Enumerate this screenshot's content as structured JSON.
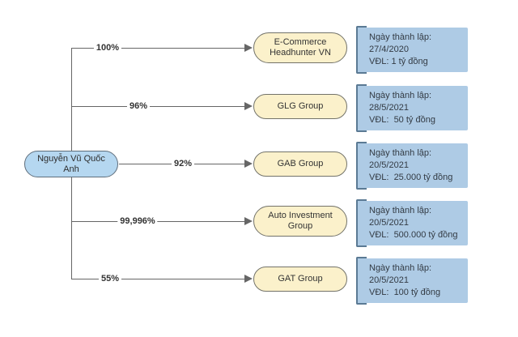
{
  "diagram": {
    "owner": {
      "name": "Nguyễn Vũ Quốc\nAnh"
    },
    "rows": [
      {
        "percent": "100%",
        "company": "E-Commerce\nHeadhunter VN",
        "info": {
          "line1": "Ngày thành lập:",
          "line2": "27/4/2020",
          "line3": "VĐL: 1 tỷ đồng"
        }
      },
      {
        "percent": "96%",
        "company": "GLG Group",
        "info": {
          "line1": "Ngày thành lập:",
          "line2": "28/5/2021",
          "line3": "VĐL:  50 tỷ đồng"
        }
      },
      {
        "percent": "92%",
        "company": "GAB Group",
        "info": {
          "line1": "Ngày thành lập:",
          "line2": "20/5/2021",
          "line3": "VĐL:  25.000 tỷ đồng"
        }
      },
      {
        "percent": "99,996%",
        "company": "Auto Investment\nGroup",
        "info": {
          "line1": "Ngày thành lập:",
          "line2": "20/5/2021",
          "line3": "VĐL:  500.000 tỷ đồng"
        }
      },
      {
        "percent": "55%",
        "company": "GAT Group",
        "info": {
          "line1": "Ngày thành lập:",
          "line2": "20/5/2021",
          "line3": "VĐL:  100 tỷ đồng"
        }
      }
    ],
    "colors": {
      "connector_line": "#666666",
      "owner_fill": "#B5D7F0",
      "owner_border": "#5F6E7C",
      "company_fill": "#FBF1CB",
      "company_border": "#73736A",
      "info_fill": "#AECBE5",
      "info_bracket": "#5B7A94",
      "text": "#333333"
    }
  }
}
